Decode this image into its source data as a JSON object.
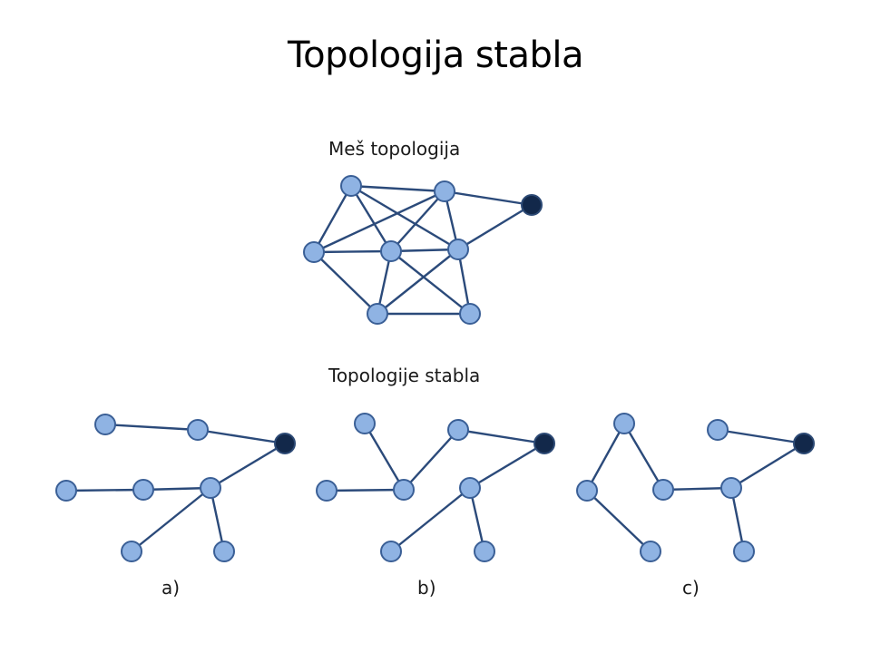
{
  "title": "Topologija stabla",
  "mesh": {
    "label": "Meš topologija",
    "nodes": [
      "m1",
      "m2",
      "m3",
      "m4",
      "m5",
      "m6",
      "m7",
      "root"
    ],
    "edges": [
      [
        "m1",
        "m2"
      ],
      [
        "m1",
        "m3"
      ],
      [
        "m1",
        "m4"
      ],
      [
        "m1",
        "m5"
      ],
      [
        "m2",
        "root"
      ],
      [
        "m2",
        "m3"
      ],
      [
        "m2",
        "m4"
      ],
      [
        "m2",
        "m5"
      ],
      [
        "m3",
        "m4"
      ],
      [
        "m3",
        "m6"
      ],
      [
        "m4",
        "m5"
      ],
      [
        "m4",
        "m6"
      ],
      [
        "m4",
        "m7"
      ],
      [
        "m5",
        "root"
      ],
      [
        "m5",
        "m6"
      ],
      [
        "m5",
        "m7"
      ],
      [
        "m6",
        "m7"
      ]
    ]
  },
  "trees": {
    "label": "Topologije stabla",
    "items": [
      {
        "caption": "a)",
        "nodes": [
          "a1",
          "a2",
          "a3",
          "a4",
          "a5",
          "a6",
          "a7",
          "root"
        ],
        "edges": [
          [
            "a1",
            "a2"
          ],
          [
            "a2",
            "root"
          ],
          [
            "a3",
            "a4"
          ],
          [
            "a4",
            "a5"
          ],
          [
            "a5",
            "root"
          ],
          [
            "a5",
            "a6"
          ],
          [
            "a5",
            "a7"
          ]
        ]
      },
      {
        "caption": "b)",
        "nodes": [
          "b1",
          "b2",
          "b3",
          "b4",
          "b5",
          "b6",
          "b7",
          "root"
        ],
        "edges": [
          [
            "b1",
            "b4"
          ],
          [
            "b3",
            "b4"
          ],
          [
            "b4",
            "b2"
          ],
          [
            "b2",
            "root"
          ],
          [
            "b5",
            "root"
          ],
          [
            "b5",
            "b6"
          ],
          [
            "b5",
            "b7"
          ]
        ]
      },
      {
        "caption": "c)",
        "nodes": [
          "c1",
          "c2",
          "c3",
          "c4",
          "c5",
          "c6",
          "c7",
          "root"
        ],
        "edges": [
          [
            "c1",
            "c3"
          ],
          [
            "c1",
            "c4"
          ],
          [
            "c3",
            "c7"
          ],
          [
            "c4",
            "c6"
          ],
          [
            "c6",
            "root"
          ],
          [
            "c2",
            "root"
          ],
          [
            "c6",
            "c5"
          ]
        ]
      }
    ]
  },
  "colors": {
    "edge": "#2b4a7a",
    "node_fill": "#8fb3e3",
    "node_stroke": "#3a5f96",
    "root_fill": "#12284a",
    "root_stroke": "#2d4a75"
  }
}
